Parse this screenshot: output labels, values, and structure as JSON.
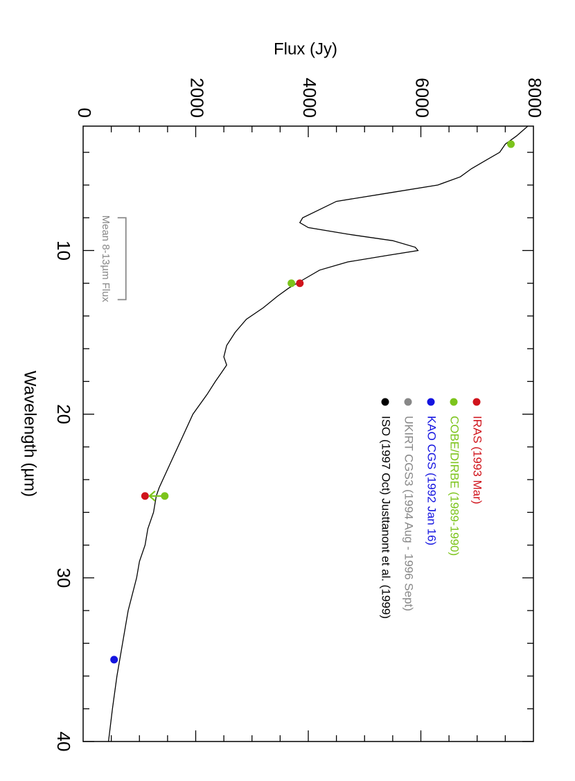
{
  "chart_data": {
    "type": "line",
    "orientation": "rotated-90-clockwise",
    "xlabel": "Wavelength (µm)",
    "ylabel": "Flux (Jy)",
    "xlim": [
      2.4,
      40
    ],
    "ylim": [
      0,
      8000
    ],
    "x_ticks": [
      10,
      20,
      30,
      40
    ],
    "y_ticks": [
      0,
      2000,
      4000,
      6000,
      8000
    ],
    "annotation": {
      "label": "Mean 8-13µm Flux",
      "x_range": [
        8,
        13
      ],
      "flux": 760,
      "color": "#888888"
    },
    "legend": {
      "placement": "bottom-right",
      "entries": [
        {
          "label": "IRAS (1993 Mar)",
          "color": "#d0141c"
        },
        {
          "label": "COBE/DIRBE (1989-1990)",
          "color": "#7cc41c"
        },
        {
          "label": "KAO CGS (1992 Jan 16)",
          "color": "#1414e0"
        },
        {
          "label": "UKIRT CGS3 (1994 Aug - 1996 Sept)",
          "color": "#888888"
        },
        {
          "label": "ISO (1997 Oct) Justtanont et al. (1999)",
          "color": "#000000"
        }
      ]
    },
    "series": [
      {
        "name": "ISO (1997 Oct) Justtanont et al. (1999)",
        "color": "#000000",
        "x": [
          2.4,
          3.0,
          3.5,
          4.0,
          4.5,
          5.0,
          5.5,
          6.0,
          6.5,
          7.0,
          7.5,
          8.0,
          8.3,
          8.6,
          9.0,
          9.4,
          9.8,
          10.0,
          10.3,
          10.7,
          11.2,
          11.8,
          12.3,
          12.8,
          13.5,
          14.2,
          15.0,
          15.8,
          16.5,
          17.0,
          17.5,
          18.0,
          18.8,
          20.0,
          21.5,
          23.0,
          24.5,
          25.0,
          26.0,
          27.0,
          28.0,
          29.0,
          30.0,
          32.0,
          34.0,
          36.0,
          38.0,
          40.0
        ],
        "y": [
          7900,
          7700,
          7500,
          7400,
          7150,
          6900,
          6700,
          6300,
          5400,
          4500,
          4200,
          3900,
          3850,
          4000,
          4700,
          5500,
          5900,
          5950,
          5400,
          4700,
          4200,
          3900,
          3650,
          3450,
          3200,
          2900,
          2700,
          2550,
          2500,
          2550,
          2450,
          2350,
          2200,
          1950,
          1750,
          1550,
          1350,
          1300,
          1250,
          1150,
          1100,
          1000,
          950,
          800,
          700,
          600,
          520,
          450
        ]
      },
      {
        "name": "IRAS (1993 Mar)",
        "color": "#d0141c",
        "points": [
          {
            "x": 12,
            "y": 3850
          },
          {
            "x": 25,
            "y": 1100
          }
        ]
      },
      {
        "name": "COBE/DIRBE (1989-1990)",
        "color": "#7cc41c",
        "points": [
          {
            "x": 3.5,
            "y": 7600
          },
          {
            "x": 12,
            "y": 3700
          },
          {
            "x": 25,
            "y": 1450,
            "upper_limit": true
          }
        ]
      },
      {
        "name": "KAO CGS (1992 Jan 16)",
        "color": "#1414e0",
        "points": [
          {
            "x": 35,
            "y": 550
          }
        ]
      }
    ]
  }
}
